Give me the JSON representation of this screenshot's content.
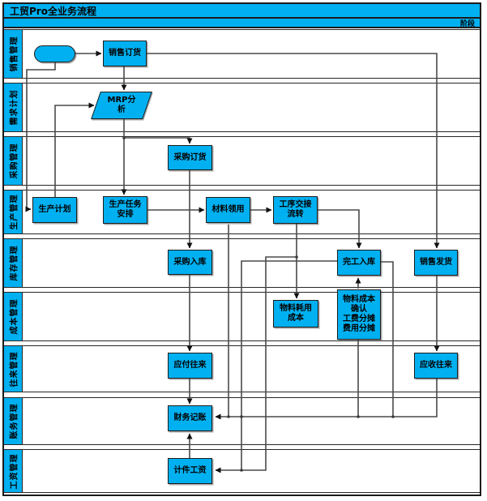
{
  "title": "工贸Pro全业务流程",
  "phase_label": "阶段",
  "lanes": [
    {
      "label": "销售管理"
    },
    {
      "label": "需求计划"
    },
    {
      "label": "采购管理"
    },
    {
      "label": "生产管理"
    },
    {
      "label": "库存管理"
    },
    {
      "label": "成本管理"
    },
    {
      "label": "往来管理"
    },
    {
      "label": "账务管理"
    },
    {
      "label": "工资管理"
    }
  ],
  "nodes": [
    {
      "id": "start",
      "label": "",
      "shape": "terminator"
    },
    {
      "id": "sales-order",
      "label": "销售订货",
      "shape": "process"
    },
    {
      "id": "mrp-analysis",
      "label": "MRP分\n析",
      "shape": "data"
    },
    {
      "id": "purchase-order",
      "label": "采购订货",
      "shape": "process"
    },
    {
      "id": "production-plan",
      "label": "生产计划",
      "shape": "process"
    },
    {
      "id": "production-task",
      "label": "生产任务\n安排",
      "shape": "process"
    },
    {
      "id": "material-requisition",
      "label": "材料领用",
      "shape": "process"
    },
    {
      "id": "process-handover",
      "label": "工序交接\n流转",
      "shape": "process"
    },
    {
      "id": "purchase-inbound",
      "label": "采购入库",
      "shape": "process"
    },
    {
      "id": "finished-inbound",
      "label": "完工入库",
      "shape": "process"
    },
    {
      "id": "sales-delivery",
      "label": "销售发货",
      "shape": "process"
    },
    {
      "id": "material-consumption-cost",
      "label": "物料耗用\n成本",
      "shape": "process"
    },
    {
      "id": "cost-confirmation",
      "label": "物料成本\n确认\n工费分摊\n费用分摊",
      "shape": "process"
    },
    {
      "id": "accounts-payable",
      "label": "应付往来",
      "shape": "process"
    },
    {
      "id": "accounts-receivable",
      "label": "应收往来",
      "shape": "process"
    },
    {
      "id": "financial-bookkeeping",
      "label": "财务记账",
      "shape": "process"
    },
    {
      "id": "piece-rate-wage",
      "label": "计件工资",
      "shape": "process"
    }
  ],
  "colors": {
    "node_fill": "#00B0F0",
    "header_fill": "#00B0F0",
    "border": "#1c1c1c",
    "connector": "#4a4a4a"
  }
}
